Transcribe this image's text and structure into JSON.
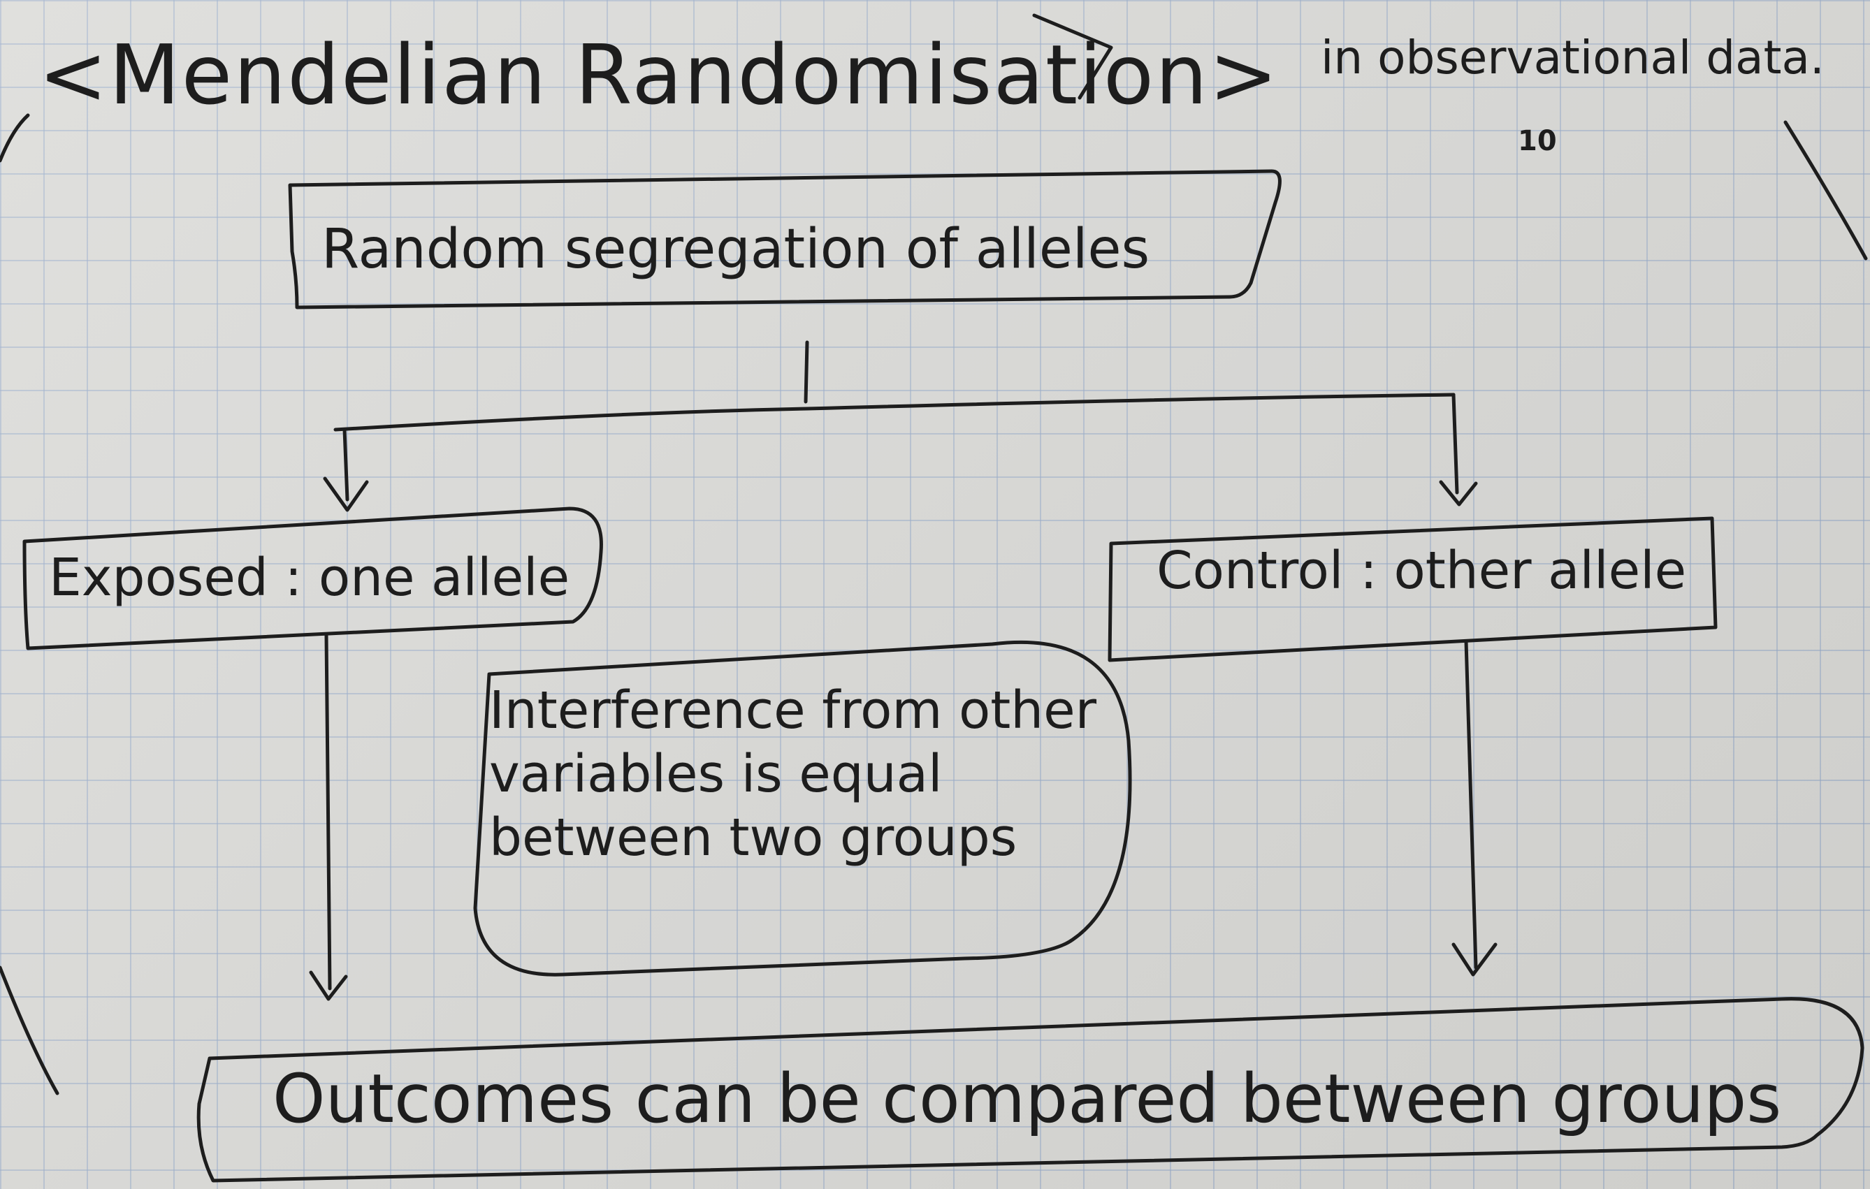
{
  "title": "<Mendelian Randomisation>",
  "margin_note": "in observational data.",
  "corner_mark": "10",
  "nodes": {
    "random_segregation": "Random segregation of alleles",
    "exposed": "Exposed : one allele",
    "control": "Control : other allele",
    "interference": "Interference from other variables is equal between two groups",
    "outcomes": "Outcomes can be compared between groups"
  }
}
